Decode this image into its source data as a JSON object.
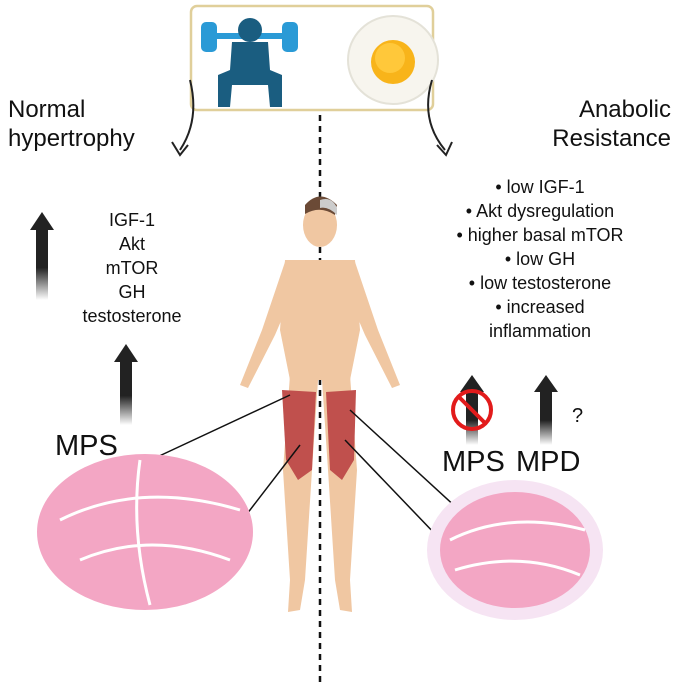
{
  "left": {
    "heading_line1": "Normal",
    "heading_line2": "hypertrophy",
    "factors": [
      "IGF-1",
      "Akt",
      "mTOR",
      "GH",
      "testosterone"
    ],
    "mps_label": "MPS"
  },
  "right": {
    "heading_line1": "Anabolic",
    "heading_line2": "Resistance",
    "bullets": [
      "low IGF-1",
      "Akt dysregulation",
      "higher basal mTOR",
      "low GH",
      "low testosterone",
      "increased",
      "inflammation"
    ],
    "mps_label": "MPS",
    "mpd_label": "MPD",
    "question": "?"
  },
  "colors": {
    "box_border": "#e0cf9a",
    "lifter": "#1a5d80",
    "barbell": "#2a9ad6",
    "muscle": "#c0504d",
    "tissue": "#f3a6c4",
    "skin": "#f0c7a2",
    "inhibit": "#e21b1b"
  }
}
